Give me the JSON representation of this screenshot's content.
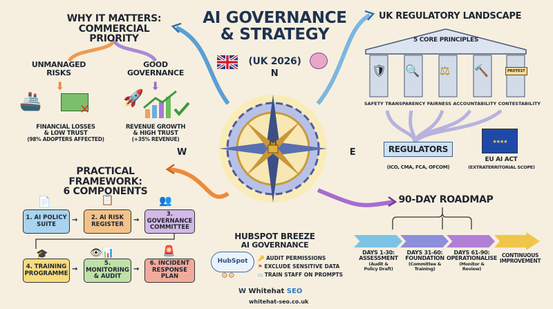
{
  "title": {
    "line1": "AI GOVERNANCE",
    "line2": "& STRATEGY",
    "sub": "(UK 2026)"
  },
  "compass": {
    "n": "N",
    "w": "W",
    "e": "E"
  },
  "why": {
    "heading1": "WHY IT MATTERS:",
    "heading2": "COMMERCIAL PRIORITY",
    "risk": {
      "label1": "UNMANAGED",
      "label2": "RISKS",
      "cap1": "FINANCIAL LOSSES",
      "cap2": "& LOW TRUST",
      "cap3": "(98% ADOPTERS AFFECTED)"
    },
    "good": {
      "label1": "GOOD",
      "label2": "GOVERNANCE",
      "cap1": "REVENUE GROWTH",
      "cap2": "& HIGH TRUST",
      "cap3": "(+35% REVENUE)"
    }
  },
  "uk": {
    "heading": "UK REGULATORY LANDSCAPE",
    "pediment": "5 CORE PRINCIPLES",
    "principles": [
      "SAFETY",
      "TRANSPARENCY",
      "FAIRNESS",
      "ACCOUNTABILITY",
      "CONTESTABILITY"
    ],
    "sign": "PROTEST",
    "regulators": "REGULATORS",
    "regulators_list": "(ICO, CMA, FCA, OFCOM)",
    "eu": "EU AI ACT",
    "eu_scope": "(EXTRATERRITORIAL SCOPE)"
  },
  "framework": {
    "heading1": "PRACTICAL FRAMEWORK:",
    "heading2": "6 COMPONENTS",
    "components": [
      {
        "l1": "1. AI POLICY",
        "l2": "SUITE",
        "color": "#a9d3ee"
      },
      {
        "l1": "2. AI RISK",
        "l2": "REGISTER",
        "color": "#f3c28a"
      },
      {
        "l1": "3. GOVERNANCE",
        "l2": "COMMITTEE",
        "color": "#d3b9e6"
      },
      {
        "l1": "4. TRAINING",
        "l2": "PROGRAMME",
        "color": "#f6dc7c"
      },
      {
        "l1": "5. MONITORING",
        "l2": "& AUDIT",
        "color": "#bfe0a8"
      },
      {
        "l1": "6. INCIDENT",
        "l2": "RESPONSE PLAN",
        "color": "#f1ab9c"
      }
    ]
  },
  "hubspot": {
    "heading1": "HUBSPOT BREEZE",
    "heading2": "AI GOVERNANCE",
    "logo": "HubSpot",
    "items": [
      {
        "icon": "key-icon",
        "text": "AUDIT PERMISSIONS"
      },
      {
        "icon": "flag-icon",
        "text": "EXCLUDE SENSITIVE DATA"
      },
      {
        "icon": "screen-icon",
        "text": "TRAIN STAFF ON PROMPTS"
      }
    ]
  },
  "brand": {
    "name1": "Whitehat",
    "name2": "SEO",
    "url": "whitehat-seo.co.uk"
  },
  "roadmap": {
    "heading": "90-DAY ROADMAP",
    "phases": [
      {
        "l1": "DAYS 1-30:",
        "l2": "ASSESSMENT",
        "d1": "(Audit &",
        "d2": "Policy Draft)",
        "color": "#7cc3e6"
      },
      {
        "l1": "DAYS 31-60:",
        "l2": "FOUNDATION",
        "d1": "(Committee &",
        "d2": "Training)",
        "color": "#8b8fdc"
      },
      {
        "l1": "DAYS 61-90:",
        "l2": "OPERATIONALISE",
        "d1": "(Monitor &",
        "d2": "Review)",
        "color": "#b27fd6"
      },
      {
        "l1": "CONTINUOUS",
        "l2": "IMPROVEMENT",
        "d1": "",
        "d2": "",
        "color": "#f0c64a"
      }
    ]
  }
}
